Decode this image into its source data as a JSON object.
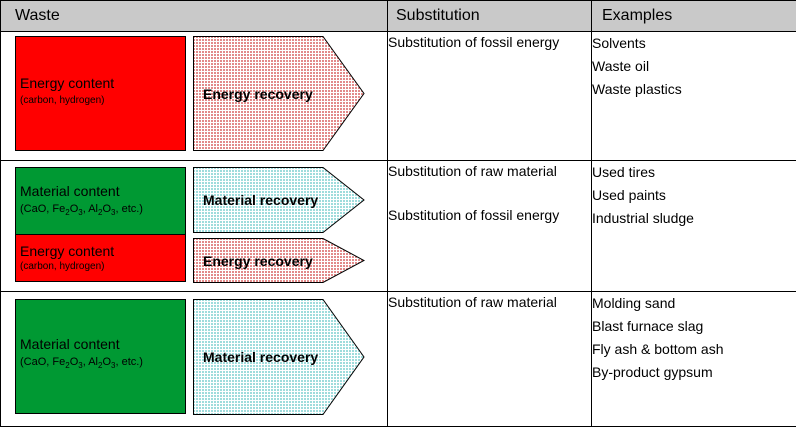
{
  "headers": {
    "waste": "Waste",
    "substitution": "Substitution",
    "examples": "Examples"
  },
  "rows": [
    {
      "boxes": [
        {
          "title": "Energy content",
          "detail": "(carbon, hydrogen)",
          "color": "#ff0000"
        }
      ],
      "arrows": [
        {
          "label": "Energy recovery",
          "fill": "#f2c2c2"
        }
      ],
      "substitution": [
        "Substitution of fossil energy"
      ],
      "examples": [
        "Solvents",
        "Waste oil",
        "Waste plastics"
      ]
    },
    {
      "boxes": [
        {
          "title": "Material content",
          "detail": "(CaO, Fe2O3, Al2O3, etc.)",
          "color": "#009933"
        },
        {
          "title": "Energy content",
          "detail": "(carbon, hydrogen)",
          "color": "#ff0000"
        }
      ],
      "arrows": [
        {
          "label": "Material recovery",
          "fill": "#c8ecec"
        },
        {
          "label": "Energy recovery",
          "fill": "#f2c2c2"
        }
      ],
      "substitution": [
        "Substitution of raw material",
        "Substitution of fossil energy"
      ],
      "examples": [
        "Used tires",
        "Used paints",
        "Industrial sludge"
      ]
    },
    {
      "boxes": [
        {
          "title": "Material content",
          "detail": "(CaO, Fe2O3, Al2O3, etc.)",
          "color": "#009933"
        }
      ],
      "arrows": [
        {
          "label": "Material recovery",
          "fill": "#c8ecec"
        }
      ],
      "substitution": [
        "Substitution of raw material"
      ],
      "examples": [
        "Molding sand",
        "Blast furnace slag",
        "Fly ash & bottom ash",
        "By-product gypsum"
      ]
    }
  ]
}
